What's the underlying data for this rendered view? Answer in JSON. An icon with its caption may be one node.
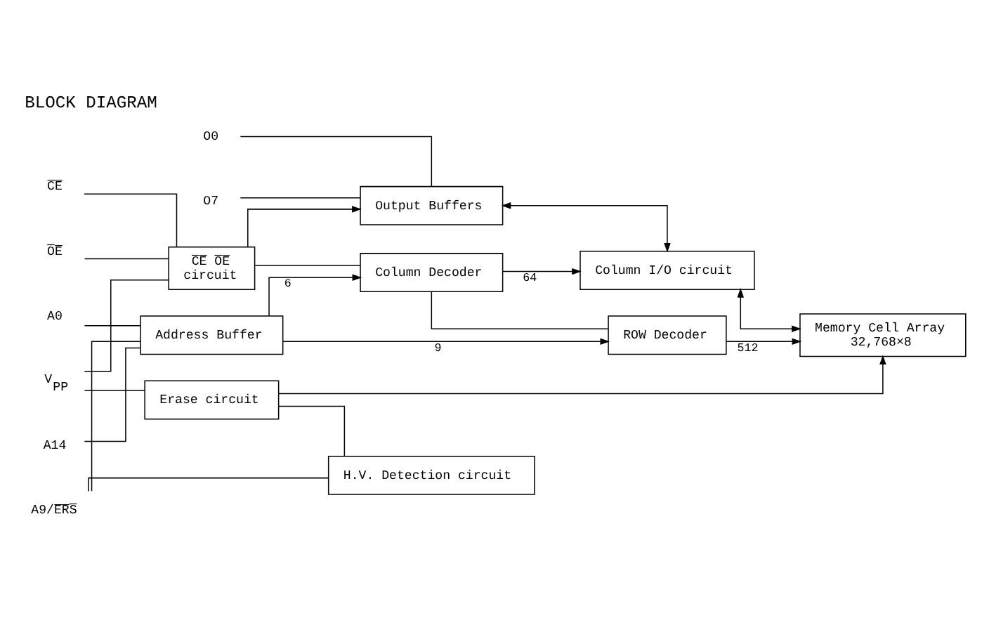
{
  "diagram": {
    "title": "BLOCK DIAGRAM",
    "nodes": [
      {
        "text": [
          "C̅E̅"
        ]
      },
      {
        "text": [
          "O̅E̅"
        ]
      },
      {
        "text": [
          "O0"
        ]
      },
      {
        "text": [
          "O7"
        ]
      },
      {
        "text": [
          "V$_{PP}$"
        ]
      },
      {
        "text": [
          "C̅E̅ O̅E̅",
          "circuit"
        ]
      },
      {
        "text": [
          "Output Buffers"
        ]
      },
      {
        "text": [
          "Erase circuit"
        ]
      },
      {
        "text": [
          "Column Decoder"
        ]
      },
      {
        "text": [
          "Column I/O circuit"
        ]
      },
      {
        "text": [
          "H.V. Detection circuit"
        ]
      },
      {
        "text": [
          "A0"
        ]
      },
      {
        "text": [
          "A9/E̅R̅S̅"
        ]
      },
      {
        "text": [
          "A14"
        ]
      },
      {
        "text": [
          "Address Buffer"
        ]
      },
      {
        "text": [
          "ROW Decoder"
        ]
      },
      {
        "text": [
          "Memory Cell Array",
          "32,768×8"
        ]
      }
    ],
    "edges": [
      {
        "from": 0,
        "to": 5,
        "arrow": "none"
      },
      {
        "from": 1,
        "to": 5,
        "arrow": "none"
      },
      {
        "from": 2,
        "to": 6,
        "arrow": "none"
      },
      {
        "from": 3,
        "to": 6,
        "arrow": "none"
      },
      {
        "from": 4,
        "to": 5,
        "arrow": "none"
      },
      {
        "from": 4,
        "to": 7,
        "arrow": "none"
      },
      {
        "from": 5,
        "to": 6,
        "arrow": "to"
      },
      {
        "from": 6,
        "to": 9,
        "arrow": "both"
      },
      {
        "from": 5,
        "to": 8,
        "arrow": "none"
      },
      {
        "from": 7,
        "to": 16,
        "arrow": "to"
      },
      {
        "from": 7,
        "to": 10,
        "arrow": "none"
      },
      {
        "from": 8,
        "to": 9,
        "label": "64",
        "arrow": "to"
      },
      {
        "from": 12,
        "to": 10,
        "arrow": "none"
      },
      {
        "from": 11,
        "to": 14,
        "arrow": "none"
      },
      {
        "from": 12,
        "to": 14,
        "arrow": "none"
      },
      {
        "from": 13,
        "to": 14,
        "arrow": "none"
      },
      {
        "from": 14,
        "to": 8,
        "label": "6",
        "arrow": "to"
      },
      {
        "from": 14,
        "to": 15,
        "label": "9",
        "arrow": "to"
      },
      {
        "from": 8,
        "to": 15,
        "arrow": "none"
      },
      {
        "from": 15,
        "to": 16,
        "label": "512",
        "arrow": "to"
      },
      {
        "from": 9,
        "to": 16,
        "arrow": "both"
      }
    ]
  }
}
